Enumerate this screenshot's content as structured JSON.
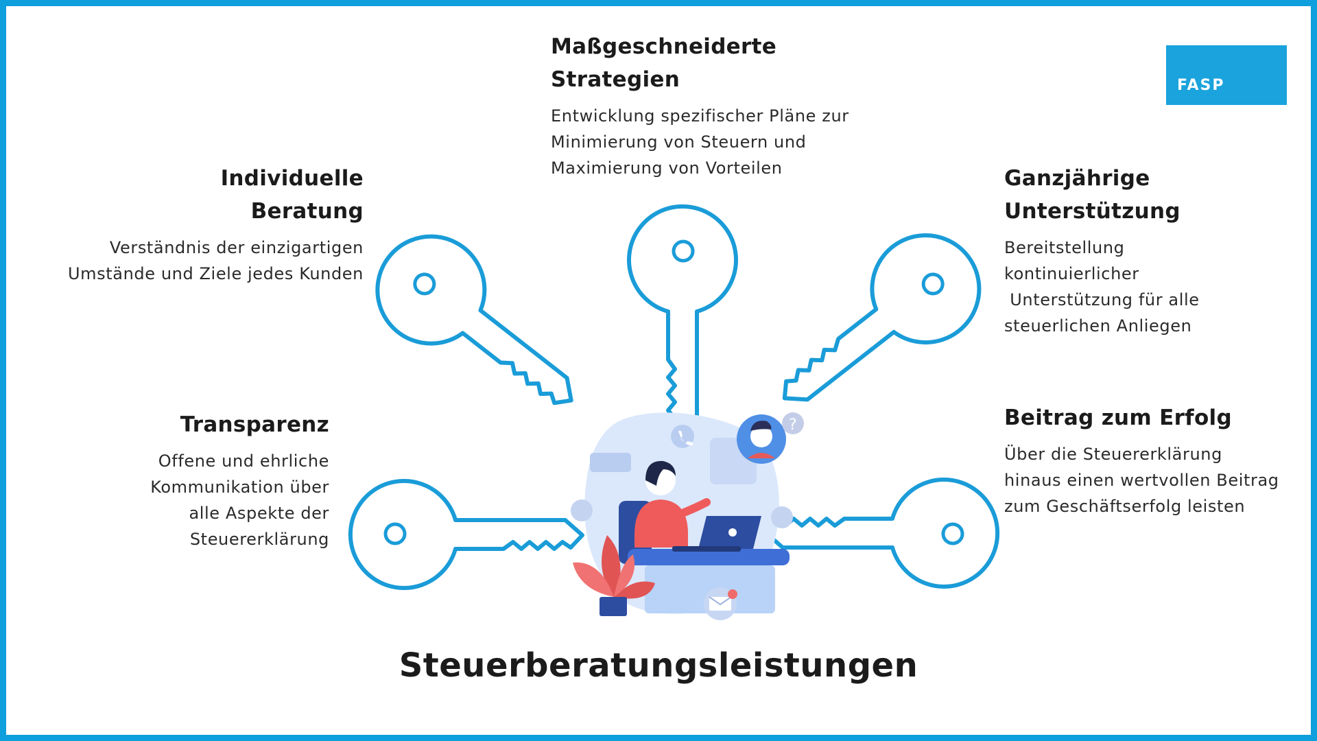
{
  "brand": {
    "logo_text": "FASP",
    "accent_color": "#0f9fdc"
  },
  "main_title": "Steuerberatungsleistungen",
  "blocks": {
    "top": {
      "title": "Maßgeschneiderte\nStrategien",
      "text": "Entwicklung spezifischer Pläne zur\nMinimierung von Steuern und\nMaximierung von Vorteilen"
    },
    "top_left": {
      "title": "Individuelle\nBeratung",
      "text": "Verständnis der einzigartigen\nUmstände und Ziele jedes Kunden"
    },
    "top_right": {
      "title": "Ganzjährige\nUnterstützung",
      "text": "Bereitstellung\nkontinuierlicher\n Unterstützung für alle\nsteuerlichen Anliegen"
    },
    "bottom_left": {
      "title": "Transparenz",
      "text": "Offene und ehrliche\nKommunikation über\nalle Aspekte der\nSteuererklärung"
    },
    "bottom_right": {
      "title": "Beitrag zum Erfolg",
      "text": "Über die Steuererklärung\nhinaus einen wertvollen Beitrag\nzum Geschäftserfolg leisten"
    }
  },
  "icons": [
    "key-icon",
    "consultant-illustration",
    "phone-icon",
    "mail-icon",
    "question-icon",
    "chat-icon",
    "plant-icon"
  ]
}
